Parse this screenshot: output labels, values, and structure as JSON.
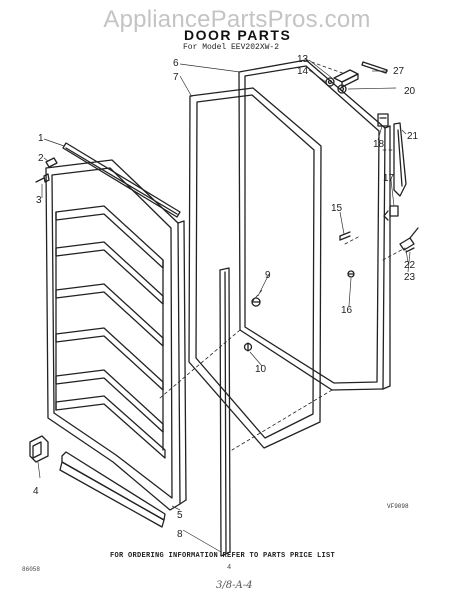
{
  "watermark": "AppliancePartsPros.com",
  "title": "DOOR PARTS",
  "subtitle": "For Model EEV202XW-2",
  "footer_note": "FOR ORDERING INFORMATION REFER TO PARTS PRICE LIST",
  "page_number": "4",
  "catalog_code": "86058",
  "diagram_code": "VF9098",
  "handwritten_note": "3/8-A-4",
  "callouts": [
    "1",
    "2",
    "3",
    "4",
    "5",
    "6",
    "7",
    "8",
    "9",
    "10",
    "13",
    "14",
    "15",
    "16",
    "17",
    "18",
    "20",
    "21",
    "22",
    "23",
    "27"
  ],
  "colors": {
    "line": "#222222",
    "paper": "#ffffff",
    "watermark": "#c4c4c4"
  }
}
